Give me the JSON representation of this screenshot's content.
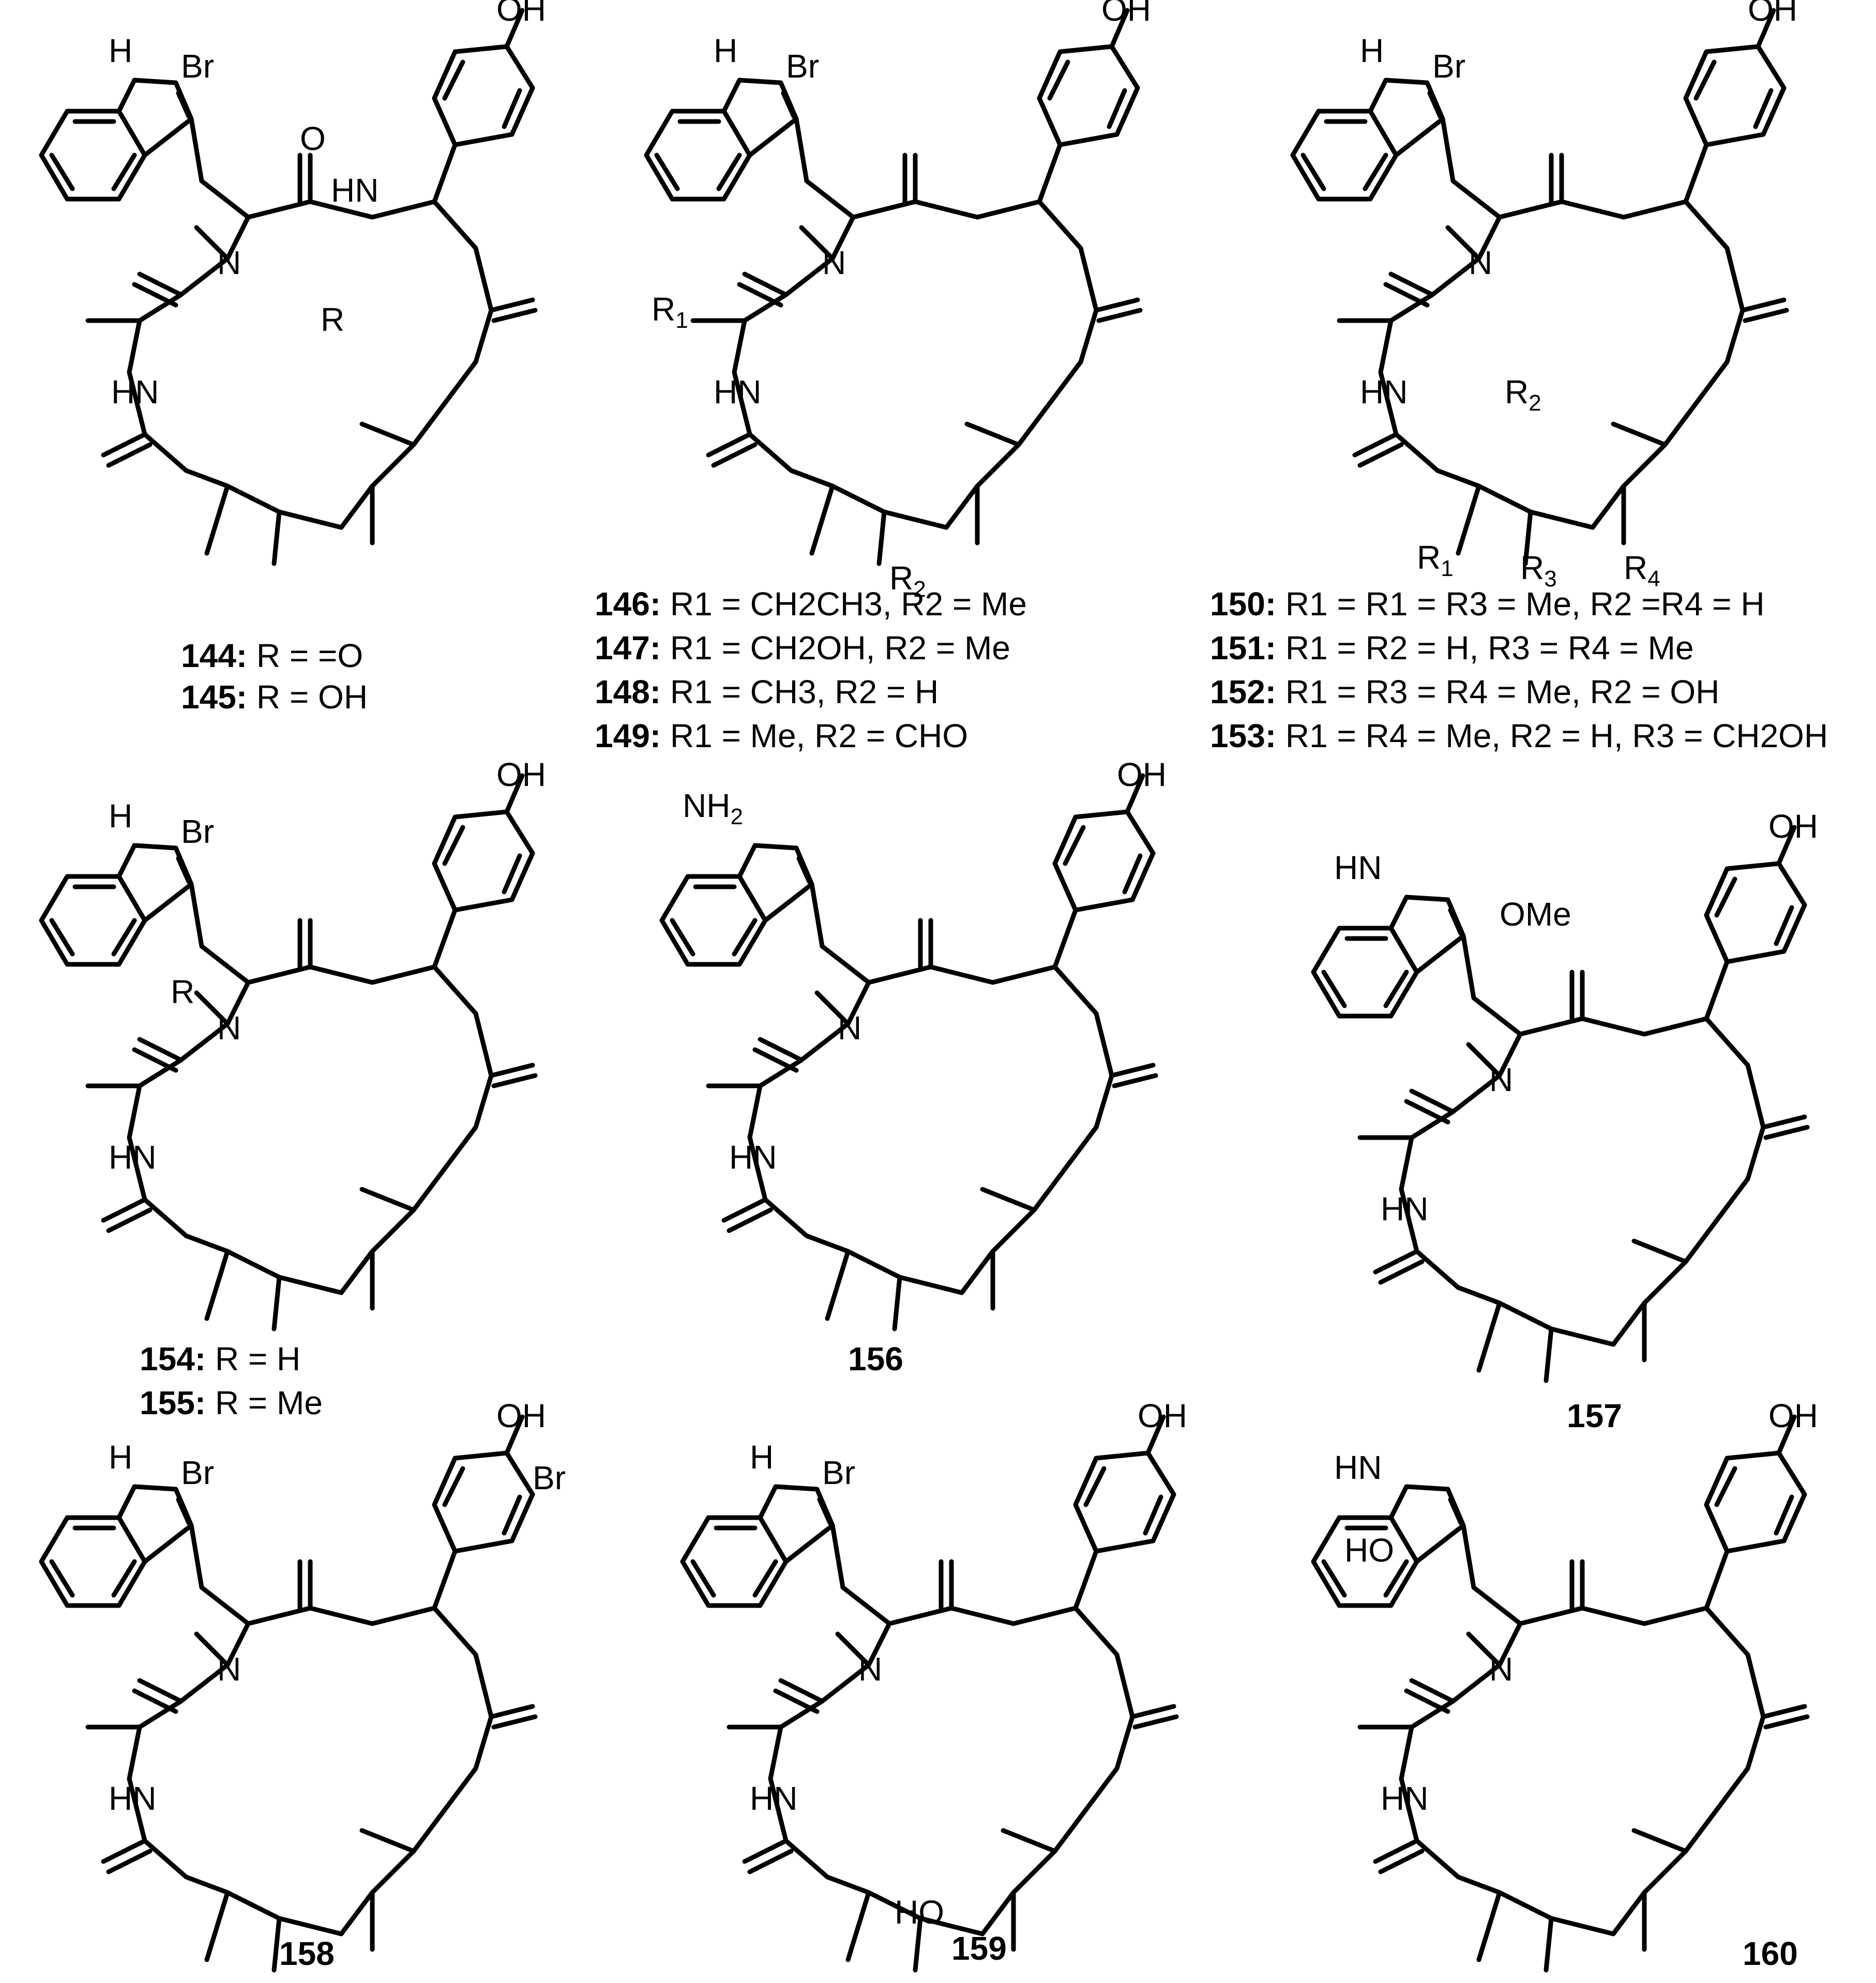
{
  "labels": {
    "br": "Br",
    "oh": "OH",
    "nh_top": "H",
    "n": "N",
    "nh": "HN",
    "o": "O",
    "r": "R",
    "r1": "R",
    "r2": "R",
    "r3": "R",
    "r4": "R",
    "s1": "1",
    "s2": "2",
    "s3": "3",
    "s4": "4",
    "nh2": "NH",
    "ome": "OMe",
    "ho": "HO"
  },
  "captions": {
    "c144": {
      "id": "144:",
      "text": " R = =O"
    },
    "c145": {
      "id": "145:",
      "text": " R = OH"
    },
    "c146": {
      "id": "146:",
      "text": " R1 = CH2CH3, R2 = Me"
    },
    "c147": {
      "id": "147:",
      "text": " R1 = CH2OH, R2 = Me"
    },
    "c148": {
      "id": "148:",
      "text": " R1 = CH3, R2 = H"
    },
    "c149": {
      "id": "149:",
      "text": " R1 = Me, R2 = CHO"
    },
    "c150": {
      "id": "150:",
      "text": " R1 = R1 = R3 = Me, R2 =R4 = H"
    },
    "c151": {
      "id": "151:",
      "text": " R1 = R2 = H, R3 = R4 = Me"
    },
    "c152": {
      "id": "152:",
      "text": " R1 = R3 = R4 = Me, R2 = OH"
    },
    "c153": {
      "id": "153:",
      "text": " R1 = R4 = Me, R2 = H, R3 = CH2OH"
    },
    "c154": {
      "id": "154:",
      "text": " R = H"
    },
    "c155": {
      "id": "155:",
      "text": " R = Me"
    },
    "c156": {
      "id": "156",
      "text": ""
    },
    "c157": {
      "id": "157",
      "text": ""
    },
    "c158": {
      "id": "158",
      "text": ""
    },
    "c159": {
      "id": "159",
      "text": ""
    },
    "c160": {
      "id": "160",
      "text": ""
    }
  }
}
